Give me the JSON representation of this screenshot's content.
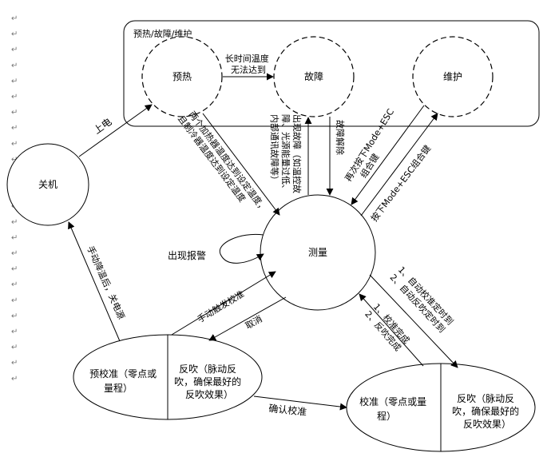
{
  "group_label": "预热/故障/维护",
  "states": {
    "preheat": "预热",
    "fault": "故障",
    "maintenance": "维护",
    "shutdown": "关机",
    "measure": "测量",
    "pre_calibration": {
      "left": [
        "预校准（零点或",
        "量程）"
      ],
      "right": [
        "反吹（脉动反",
        "吹，确保最好的",
        "反吹效果）"
      ]
    },
    "calibration": {
      "left": [
        "校准（零点或量",
        "程）"
      ],
      "right": [
        "反吹（脉动反",
        "吹，确保最好的",
        "反吹效果）"
      ]
    }
  },
  "transitions": {
    "power_on": "上电",
    "temp_fail": [
      "长时间温度",
      "无法达到"
    ],
    "heaters_reached": [
      "两个加热器温度达到设定温度，",
      "且制冷器温度达到设定温度"
    ],
    "fault_occurs": [
      "出现故障（如温控故",
      "障、光源能量过低、",
      "内部通讯故障等）"
    ],
    "fault_cleared": "故障解除",
    "esc_again": [
      "再次按下Mode+ESC",
      "组合键"
    ],
    "press_esc": "按下Mode+ESC组合键",
    "alarm": "出现报警",
    "manual_calibration": "手动触发校准",
    "cancel": "取消",
    "manual_cool": "手动降温后，关电源",
    "auto_calibration": [
      "1、自动校准定时到",
      "2、自动反吹定时到"
    ],
    "calibration_done": [
      "1、校准完成",
      "2、反吹完成"
    ],
    "confirm_calibration": "确认校准"
  },
  "paragraph_mark": "↵"
}
